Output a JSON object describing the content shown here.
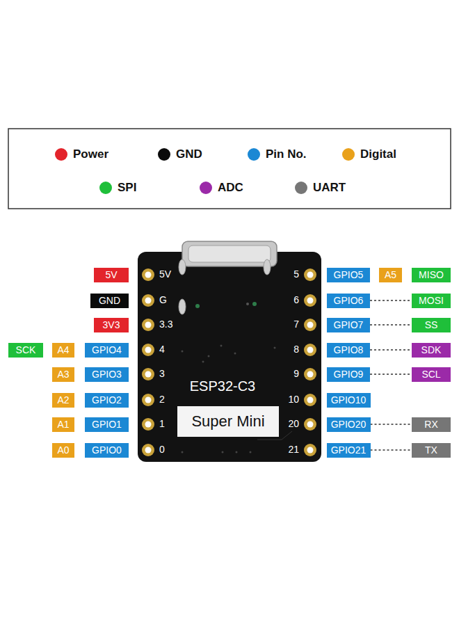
{
  "diagram": {
    "nodes": [
      {
        "text": [
          "5V"
        ]
      },
      {
        "text": [
          "GPIO5"
        ]
      },
      {
        "text": [
          "A5"
        ]
      },
      {
        "text": [
          "MISO"
        ]
      },
      {
        "text": [
          "GND"
        ]
      },
      {
        "text": [
          "GPIO6"
        ]
      },
      {
        "text": [
          "MOSI"
        ]
      },
      {
        "text": [
          "3V3"
        ]
      },
      {
        "text": [
          "GPIO7"
        ]
      },
      {
        "text": [
          "SS"
        ]
      },
      {
        "text": [
          "SCK"
        ]
      },
      {
        "text": [
          "A4"
        ]
      },
      {
        "text": [
          "GPIO4"
        ]
      },
      {
        "text": [
          "GPIO8"
        ]
      },
      {
        "text": [
          "SDK"
        ]
      },
      {
        "text": [
          "A3"
        ]
      },
      {
        "text": [
          "GPIO3"
        ]
      },
      {
        "text": [
          "GPIO9"
        ]
      },
      {
        "text": [
          "SCL"
        ]
      },
      {
        "text": [
          "A2"
        ]
      },
      {
        "text": [
          "GPIO2"
        ]
      },
      {
        "text": [
          "GPIO10"
        ]
      },
      {
        "text": [
          "A1"
        ]
      },
      {
        "text": [
          "GPIO1"
        ]
      },
      {
        "text": [
          "GPIO20"
        ]
      },
      {
        "text": [
          "RX"
        ]
      },
      {
        "text": [
          "A0"
        ]
      },
      {
        "text": [
          "GPIO0"
        ]
      },
      {
        "text": [
          "GPIO21"
        ]
      },
      {
        "text": [
          "TX"
        ]
      }
    ],
    "edges": [
      {
        "from": 5,
        "to": 6,
        "arrow": "none"
      },
      {
        "from": 8,
        "to": 9,
        "arrow": "none"
      },
      {
        "from": 13,
        "to": 14,
        "arrow": "none"
      },
      {
        "from": 17,
        "to": 18,
        "arrow": "none"
      },
      {
        "from": 24,
        "to": 25,
        "arrow": "none"
      },
      {
        "from": 28,
        "to": 29,
        "arrow": "none"
      }
    ],
    "labels": [
      "5V",
      "G",
      "3.3",
      "4",
      "3",
      "2",
      "1",
      "0",
      "5",
      "6",
      "7",
      "8",
      "9",
      "10",
      "20",
      "21",
      "ESP32-C3",
      "Super Mini"
    ],
    "legend": [
      {
        "text": "Power",
        "color": "#e3242b"
      },
      {
        "text": "GND",
        "color": "#0a0a0a"
      },
      {
        "text": "Pin No.",
        "color": "#1b88d4"
      },
      {
        "text": "Digital",
        "color": "#e9a11b"
      },
      {
        "text": "SPI",
        "color": "#1fbf3a"
      },
      {
        "text": "ADC",
        "color": "#9b2aa8"
      },
      {
        "text": "UART",
        "color": "#767676"
      }
    ]
  }
}
